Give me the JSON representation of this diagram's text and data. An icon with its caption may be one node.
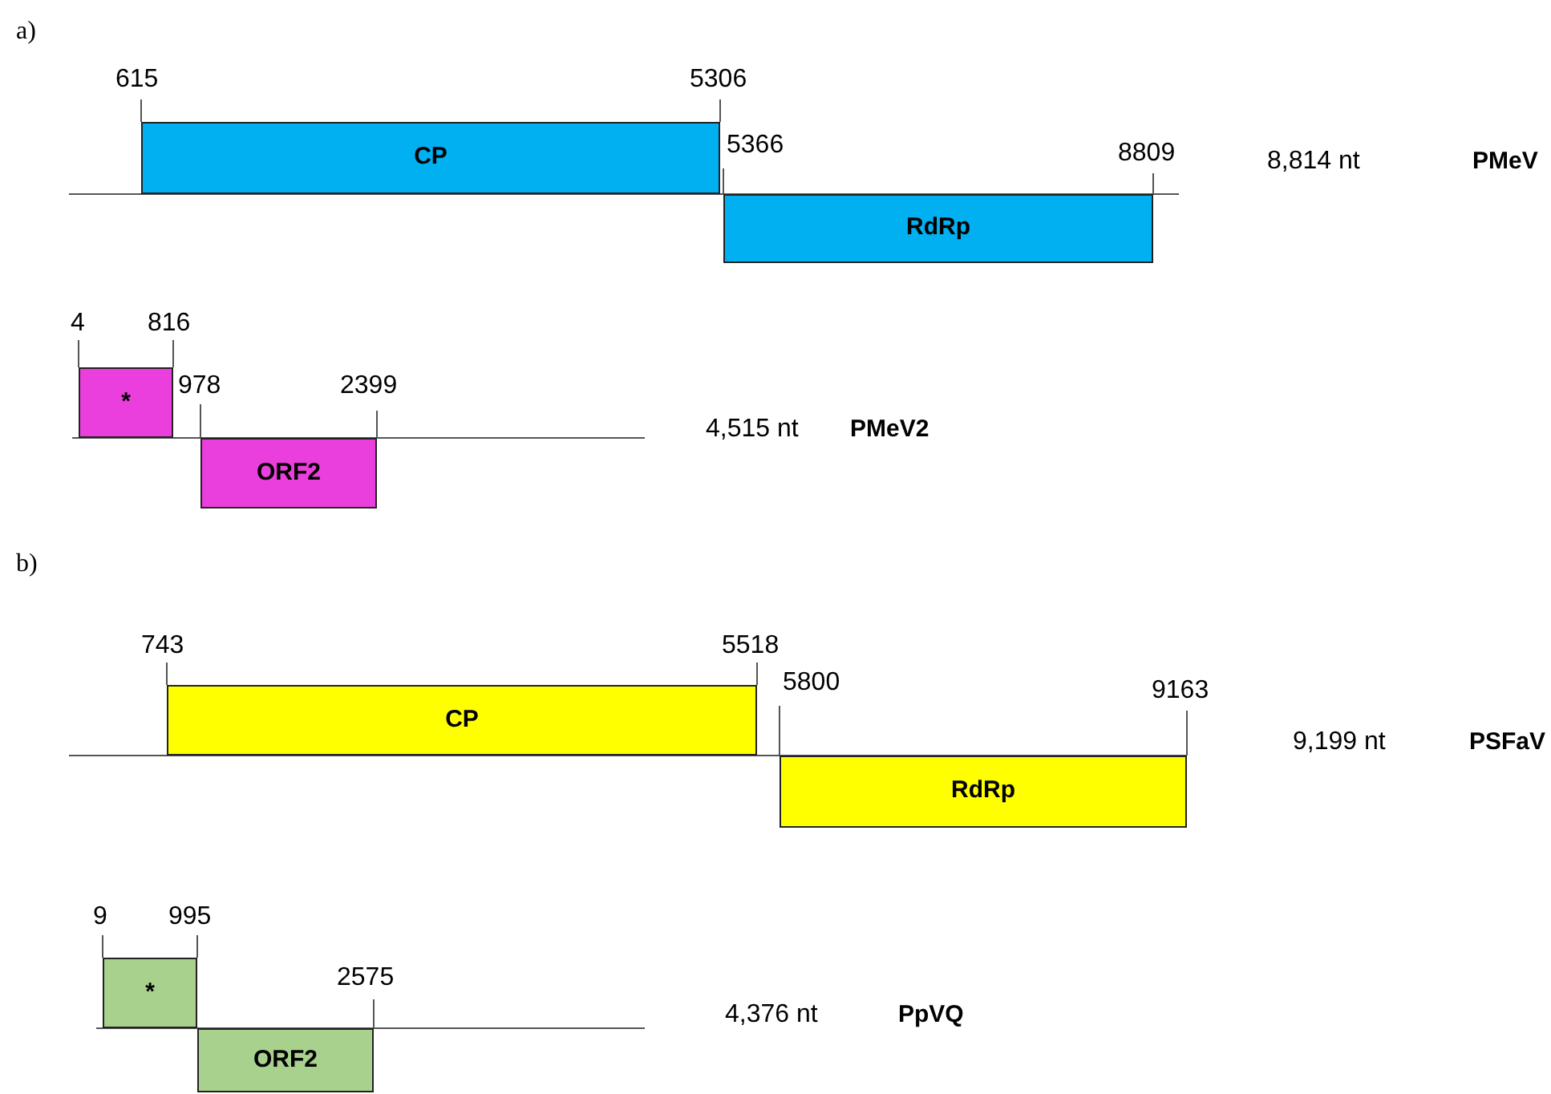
{
  "diagram": {
    "nodes": [
      {
        "text": [
          "CP"
        ],
        "beside": [
          "615",
          "5306"
        ]
      },
      {
        "text": [
          "RdRp"
        ],
        "beside": [
          "8809"
        ]
      },
      {
        "text": [
          "*"
        ],
        "beside": [
          "4",
          "816"
        ]
      },
      {
        "text": [
          "ORF2"
        ],
        "beside": [
          "2399"
        ]
      },
      {
        "text": [
          "CP"
        ],
        "beside": [
          "743",
          "5518"
        ]
      },
      {
        "text": [
          "RdRp"
        ],
        "beside": [
          "9163"
        ]
      },
      {
        "text": [
          "*"
        ],
        "beside": [
          "9",
          "995"
        ]
      },
      {
        "text": [
          "ORF2"
        ],
        "beside": [
          "2575"
        ]
      }
    ],
    "labels": [
      "a)",
      "5366",
      "8,814 nt",
      "PMeV",
      "978",
      "4,515 nt",
      "PMeV2",
      "b)",
      "5800",
      "9,199 nt",
      "PSFaV",
      "4,376 nt",
      "PpVQ"
    ]
  }
}
